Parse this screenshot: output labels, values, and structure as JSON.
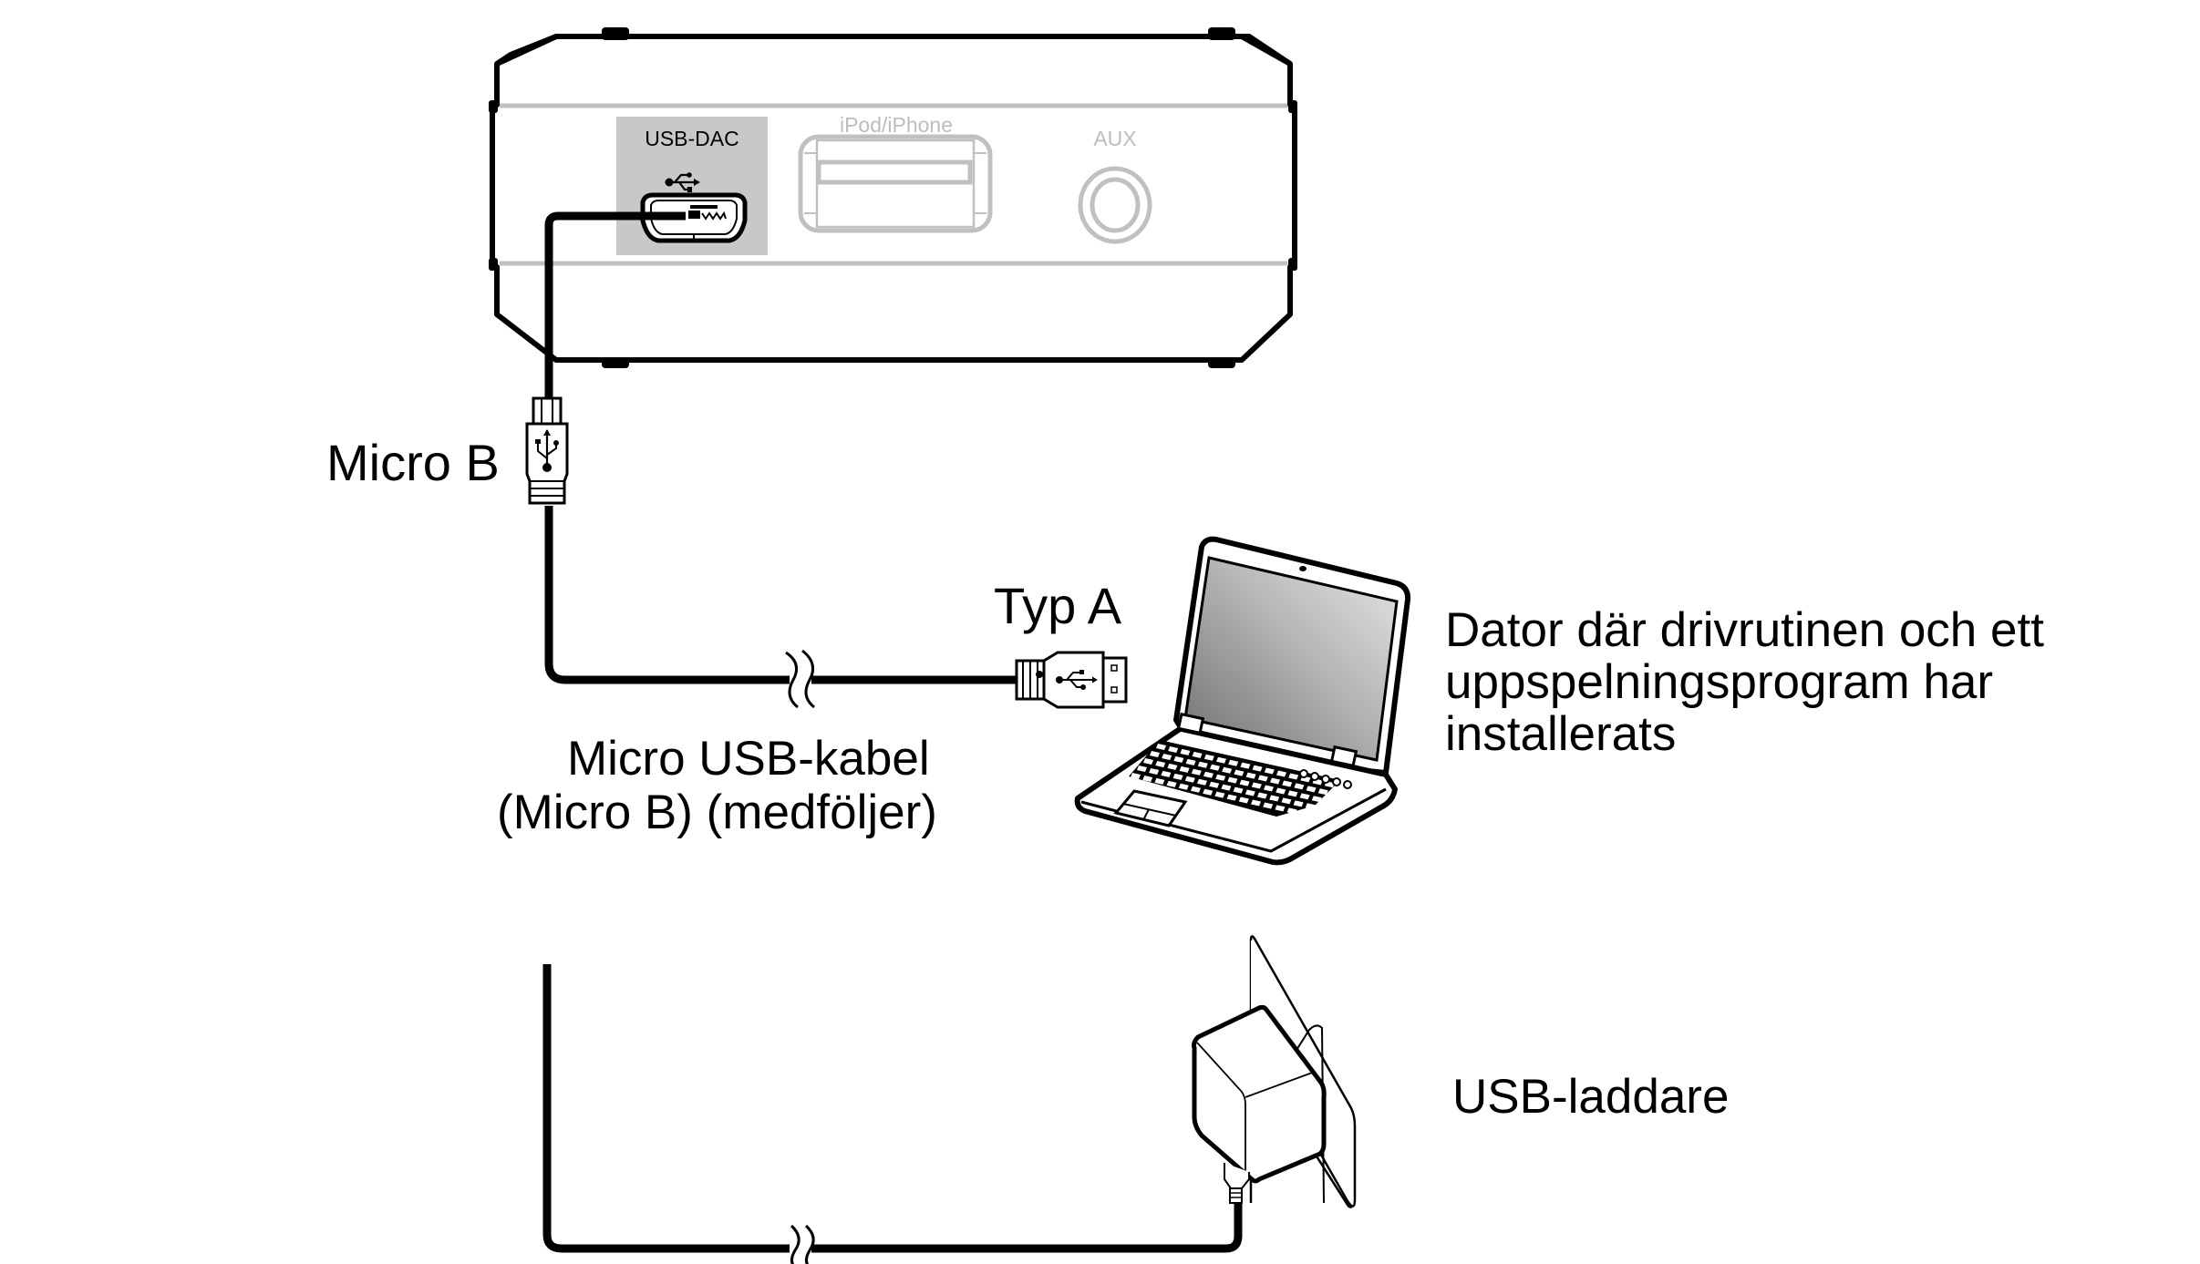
{
  "title": "USB-DAC connection diagram",
  "device": {
    "ports": [
      {
        "label": "USB-DAC",
        "highlighted": true,
        "icon": "usb-icon"
      },
      {
        "label": "iPod/iPhone",
        "highlighted": false
      },
      {
        "label": "AUX",
        "highlighted": false
      }
    ]
  },
  "connectors": {
    "micro_b_label": "Micro B",
    "type_a_label": "Typ A"
  },
  "cable": {
    "name_line1": "Micro USB-kabel",
    "name_line2": "(Micro B) (medföljer)"
  },
  "computer": {
    "description_lines": [
      "Dator där drivrutinen och ett",
      "uppspelningsprogram har",
      "installerats"
    ]
  },
  "charger": {
    "label": "USB-laddare"
  },
  "colors": {
    "line": "#000000",
    "highlight_panel": "#c8c8c8",
    "inactive_port": "#c0c0c0",
    "panel_rule": "#bfbfbf"
  }
}
